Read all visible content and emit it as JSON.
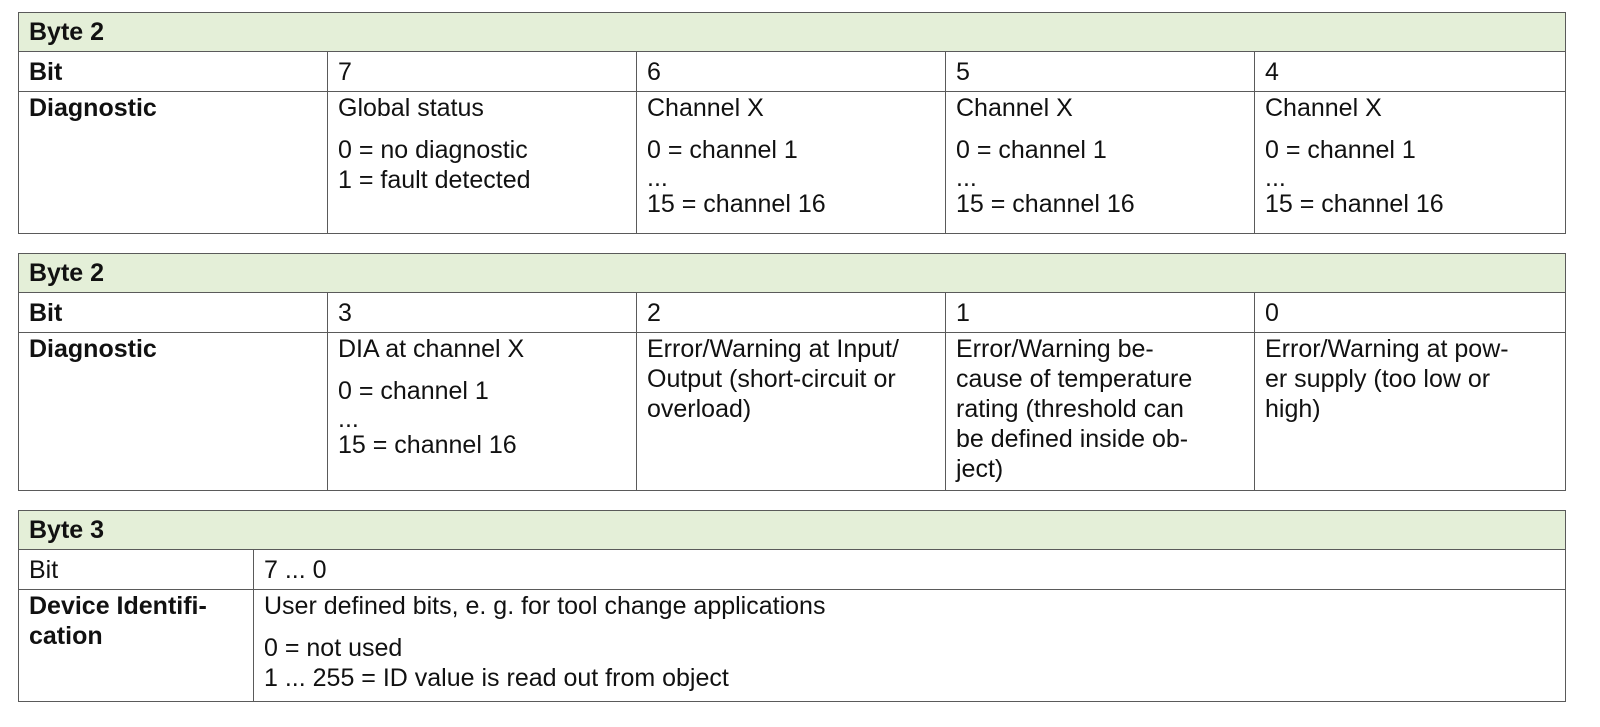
{
  "table1": {
    "header": "Byte 2",
    "bit_label": "Bit",
    "bits": [
      "7",
      "6",
      "5",
      "4"
    ],
    "diag_label": "Diagnostic",
    "cells": [
      {
        "title": "Global status",
        "l1": "0 = no diagnostic",
        "l2": "1 = fault detected"
      },
      {
        "title": "Channel X",
        "l1": "0 = channel 1",
        "dots": "...",
        "l2": "15 = channel 16"
      },
      {
        "title": "Channel X",
        "l1": "0 = channel 1",
        "dots": "...",
        "l2": "15 = channel 16"
      },
      {
        "title": "Channel X",
        "l1": "0 = channel 1",
        "dots": "...",
        "l2": "15 = channel 16"
      }
    ]
  },
  "table2": {
    "header": "Byte 2",
    "bit_label": "Bit",
    "bits": [
      "3",
      "2",
      "1",
      "0"
    ],
    "diag_label": "Diagnostic",
    "cell0": {
      "title": "DIA at channel X",
      "l1": "0 = channel 1",
      "dots": "...",
      "l2": "15 = channel 16"
    },
    "cell1": [
      "Error/Warning at Input/",
      "Output (short-circuit or",
      "overload)"
    ],
    "cell2": [
      "Error/Warning be-",
      "cause of temperature",
      "rating (threshold can",
      "be defined inside ob-",
      "ject)"
    ],
    "cell3": [
      "Error/Warning at pow-",
      "er supply (too low or",
      "high)"
    ]
  },
  "table3": {
    "header": "Byte 3",
    "bit_label": "Bit",
    "bit_value": "7 ... 0",
    "label_l1": "Device Identifi-",
    "label_l2": "cation",
    "desc": "User defined bits, e. g. for tool change applications",
    "l1": "0 = not used",
    "l2": "1 ... 255 = ID value is read out from object"
  }
}
